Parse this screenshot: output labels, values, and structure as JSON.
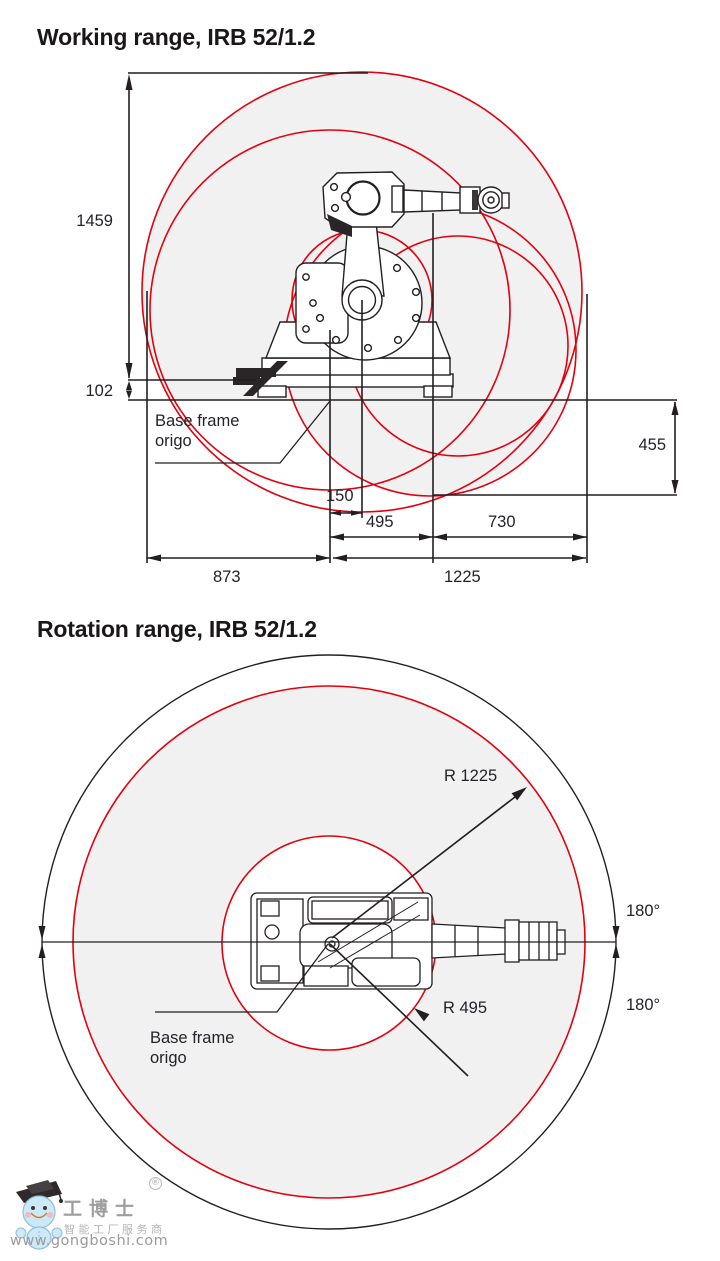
{
  "working_range": {
    "title": "Working range, IRB 52/1.2",
    "origin_label": "Base frame origo",
    "dims": {
      "vertical_reach": "1459",
      "base_height": "102",
      "axis_offset": "150",
      "inner_radius": "495",
      "outer_segment": "730",
      "back_reach": "873",
      "front_reach": "1225",
      "below_base": "455"
    }
  },
  "rotation_range": {
    "title": "Rotation range, IRB 52/1.2",
    "origin_label": "Base frame origo",
    "outer_radius_label": "R 1225",
    "inner_radius_label": "R 495",
    "angle_right_top": "180°",
    "angle_right_bottom": "180°"
  },
  "watermark": {
    "brand": "工博士",
    "registered_mark": "®",
    "tagline": "智能工厂服务商",
    "url": "www.gongboshi.com"
  },
  "colors": {
    "red": "#e2000f",
    "line_black": "#231f20",
    "envelope_gray": "#f2f1f1",
    "text": "#232329"
  }
}
